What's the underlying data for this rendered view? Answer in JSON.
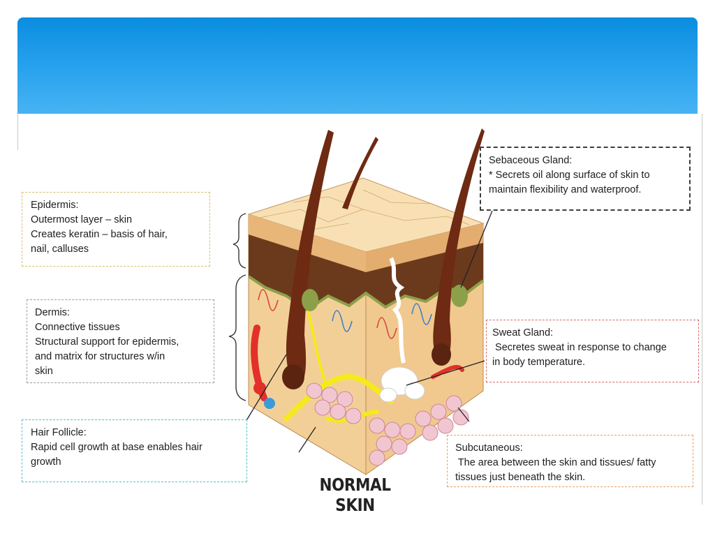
{
  "diagram_caption": "NORMAL SKIN",
  "callouts": {
    "epidermis": [
      "Epidermis:",
      "Outermost layer – skin",
      "Creates keratin – basis of hair,",
      "nail, calluses"
    ],
    "dermis": [
      "Dermis:",
      "Connective tissues",
      "Structural support for epidermis,",
      "and matrix for structures w/in",
      "skin"
    ],
    "hair_follicle": [
      "Hair Follicle:",
      "Rapid cell growth at base enables hair",
      "growth"
    ],
    "sebaceous_gland": [
      "Sebaceous Gland:",
      "* Secrets oil along surface of skin to",
      "maintain flexibility and waterproof."
    ],
    "sweat_gland": [
      "Sweat Gland:",
      " Secretes sweat in response to change",
      "in body temperature."
    ],
    "subcutaneous": [
      "Subcutaneous:",
      " The area between the skin and tissues/ fatty",
      "tissues just beneath the skin."
    ]
  },
  "colors": {
    "header_top": "#0a8de0",
    "header_bottom": "#47b3f3",
    "epidermis": "#f6dcaa",
    "hair": "#6e2a12",
    "nerve": "#f4ea1c",
    "fat_cells": "#f2c6d0"
  }
}
